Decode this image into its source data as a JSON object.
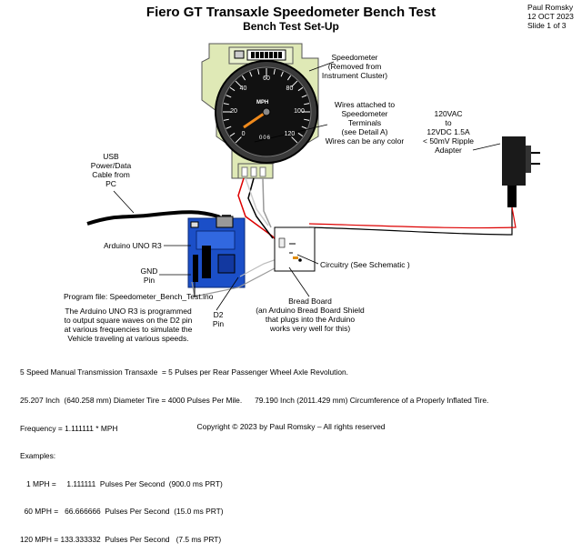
{
  "header": {
    "title": "Fiero GT Transaxle Speedometer Bench Test",
    "subtitle": "Bench Test Set-Up",
    "author": "Paul Romsky",
    "date": "12 OCT 2023",
    "slide": "Slide 1 of 3"
  },
  "labels": {
    "speedometer": [
      "Speedometer",
      "(Removed from",
      "Instrument Cluster)"
    ],
    "wires": [
      "Wires attached to",
      "Speedometer",
      "Terminals",
      "(see Detail A)",
      "Wires can be any color"
    ],
    "adapter": [
      "120VAC",
      "to",
      "12VDC 1.5A",
      "< 50mV Ripple",
      "Adapter"
    ],
    "usb": [
      "USB",
      "Power/Data",
      "Cable from",
      "PC"
    ],
    "arduino": "Arduino UNO R3",
    "gnd": [
      "GND",
      "Pin"
    ],
    "d2": [
      "D2",
      "Pin"
    ],
    "circuitry": "Circuitry (See Schematic )",
    "breadboard": [
      "Bread Board",
      "(an Arduino Bread Board Shield",
      "that plugs into the Arduino",
      "works very well for this)"
    ],
    "program_file": "Program file: Speedometer_Bench_Test.ino",
    "program_desc": [
      "The Arduino UNO R3 is programmed",
      "to output square waves on the D2 pin",
      "at various frequencies to simulate the",
      "Vehicle traveling at various speeds."
    ]
  },
  "gauge": {
    "ticks": [
      "0",
      "20",
      "40",
      "60",
      "80",
      "100",
      "120"
    ],
    "unit": "MPH",
    "odometer": "006"
  },
  "notes": [
    "5 Speed Manual Transmission Transaxle  = 5 Pulses per Rear Passenger Wheel Axle Revolution.",
    "25.207 Inch  (640.258 mm) Diameter Tire = 4000 Pulses Per Mile.      79.190 Inch (2011.429 mm) Circumference of a Properly Inflated Tire.",
    "Frequency = 1.111111 * MPH",
    "Examples:",
    "   1 MPH =     1.111111  Pulses Per Second  (900.0 ms PRT)",
    "  60 MPH =   66.666666  Pulses Per Second  (15.0 ms PRT)",
    "120 MPH = 133.333332  Pulses Per Second   (7.5 ms PRT)"
  ],
  "copyright": "Copyright © 2023 by Paul Romsky – All rights reserved"
}
